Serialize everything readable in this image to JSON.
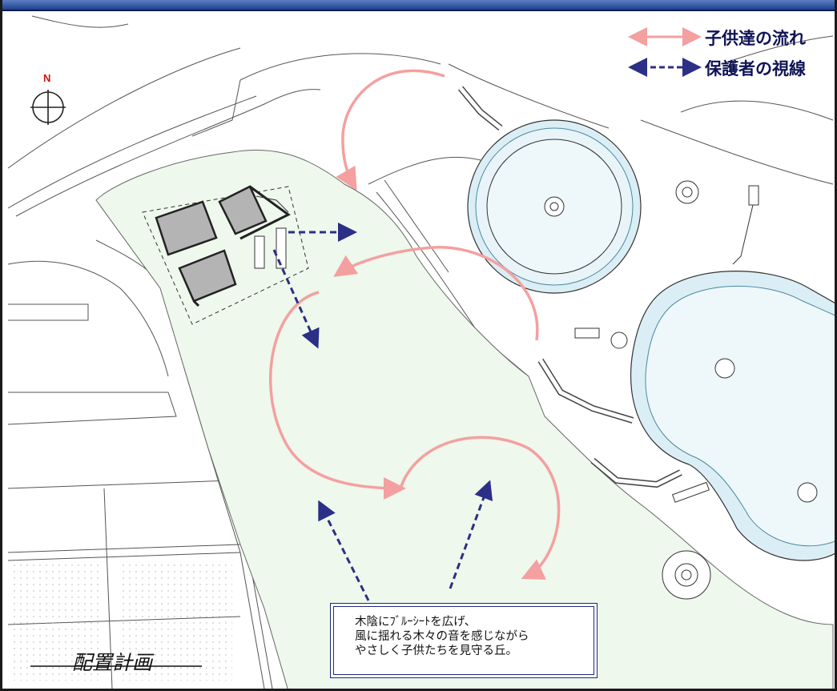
{
  "legend": {
    "children_flow": "子供達の流れ",
    "guardian_view": "保護者の視線"
  },
  "compass": {
    "label": "N"
  },
  "note": {
    "lines": [
      "木陰にﾌﾞﾙｰｼｰﾄを広げ、",
      "風に揺れる木々の音を感じながら",
      "やさしく子供たちを見守る丘。"
    ]
  },
  "title": "配置計画",
  "colors": {
    "children_flow": "#f4a0a0",
    "guardian_view": "#2c2f86",
    "lawn": "#eef8ec",
    "pool": "#e6f3f8",
    "shelter": "#b4b4b4",
    "frame": "#1f3f8f"
  }
}
